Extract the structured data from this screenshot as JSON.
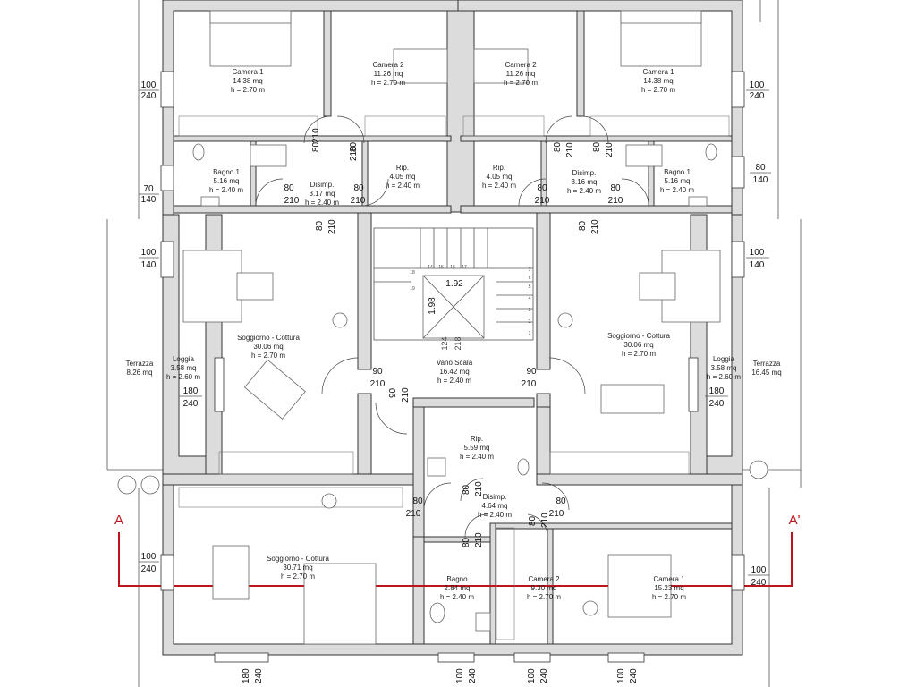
{
  "rooms": {
    "camera1_left": {
      "name": "Camera 1",
      "area": "14.38 mq",
      "height": "h = 2.70 m"
    },
    "camera2_left": {
      "name": "Camera 2",
      "area": "11.26 mq",
      "height": "h = 2.70 m"
    },
    "camera2_right": {
      "name": "Camera 2",
      "area": "11.26 mq",
      "height": "h = 2.70 m"
    },
    "camera1_right": {
      "name": "Camera 1",
      "area": "14.38 mq",
      "height": "h = 2.70 m"
    },
    "bagno1_left": {
      "name": "Bagno 1",
      "area": "5.16 mq",
      "height": "h = 2.40 m"
    },
    "disimp_left": {
      "name": "Disimp.",
      "area": "3.17 mq",
      "height": "h = 2.40 m"
    },
    "rip_left": {
      "name": "Rip.",
      "area": "4.05 mq",
      "height": "h = 2.40 m"
    },
    "rip_right": {
      "name": "Rip.",
      "area": "4.05 mq",
      "height": "h = 2.40 m"
    },
    "disimp_right": {
      "name": "Disimp.",
      "area": "3.16 mq",
      "height": "h = 2.40 m"
    },
    "bagno1_right": {
      "name": "Bagno 1",
      "area": "5.16 mq",
      "height": "h = 2.40 m"
    },
    "soggiorno_left": {
      "name": "Soggiorno - Cottura",
      "area": "30.06 mq",
      "height": "h = 2.70 m"
    },
    "soggiorno_right": {
      "name": "Soggiorno - Cottura",
      "area": "30.06 mq",
      "height": "h = 2.70 m"
    },
    "vano_scala": {
      "name": "Vano Scala",
      "area": "16.42 mq",
      "height": "h = 2.40 m"
    },
    "terrazza_left": {
      "name": "Terrazza",
      "area": "8.26 mq",
      "height": ""
    },
    "terrazza_right": {
      "name": "Terrazza",
      "area": "16.45 mq",
      "height": ""
    },
    "loggia_left": {
      "name": "Loggia",
      "area": "3.58 mq",
      "height": "h = 2.60 m"
    },
    "loggia_right": {
      "name": "Loggia",
      "area": "3.58 mq",
      "height": "h = 2.60 m"
    },
    "rip_center": {
      "name": "Rip.",
      "area": "5.59 mq",
      "height": "h = 2.40 m"
    },
    "disimp_center": {
      "name": "Disimp.",
      "area": "4.64 mq",
      "height": "h = 2.40 m"
    },
    "soggiorno_bottom": {
      "name": "Soggiorno - Cottura",
      "area": "30.71 mq",
      "height": "h = 2.70 m"
    },
    "bagno_bottom": {
      "name": "Bagno",
      "area": "2.84 mq",
      "height": "h = 2.40 m"
    },
    "camera2_bottom": {
      "name": "Camera 2",
      "area": "9.30 mq",
      "height": "h = 2.70 m"
    },
    "camera1_bottom": {
      "name": "Camera 1",
      "area": "15.23 mq",
      "height": "h = 2.70 m"
    }
  },
  "openings": {
    "w_tl_a": "100",
    "w_tl_b": "240",
    "w_tr_a": "100",
    "w_tr_b": "240",
    "w_l2_a": "70",
    "w_l2_b": "140",
    "w_r2_a": "80",
    "w_r2_b": "140",
    "w_l3_a": "100",
    "w_l3_b": "140",
    "w_r3_a": "100",
    "w_r3_b": "140",
    "w_l4_a": "180",
    "w_l4_b": "240",
    "w_r4_a": "180",
    "w_r4_b": "240",
    "w_l5_a": "100",
    "w_l5_b": "240",
    "w_r5_a": "100",
    "w_r5_b": "240",
    "w_bl_a": "180",
    "w_bl_b": "240",
    "w_bm_a": "100",
    "w_bm_b": "240",
    "w_bm2_a": "100",
    "w_bm2_b": "240",
    "w_bm3_a": "100",
    "w_bm3_b": "240",
    "d_a1": "80",
    "d_a2": "210",
    "d_b1": "80",
    "d_b2": "210",
    "d_c1": "80",
    "d_c2": "210",
    "d_d1": "80",
    "d_d2": "210",
    "d_e1": "80",
    "d_e2": "210",
    "d_f1": "80",
    "d_f2": "210",
    "d_g1": "80",
    "d_g2": "210",
    "d_h1": "80",
    "d_h2": "210",
    "d_i1": "80",
    "d_i2": "210",
    "d_j1": "80",
    "d_j2": "210",
    "d_k1": "90",
    "d_k2": "210",
    "d_l1": "90",
    "d_l2": "210",
    "d_m1": "90",
    "d_m2": "210",
    "d_n1": "80",
    "d_n2": "210",
    "d_o1": "80",
    "d_o2": "210",
    "d_p1": "80",
    "d_p2": "210",
    "d_q1": "80",
    "d_q2": "210",
    "d_r1": "80",
    "d_r2": "210"
  },
  "stair": {
    "width": "1.92",
    "depth": "1.98",
    "dim_a": "124",
    "dim_b": "218",
    "steps": [
      "14",
      "15",
      "16",
      "17",
      "18",
      "19",
      "1",
      "2",
      "3",
      "4",
      "5",
      "6",
      "7"
    ]
  },
  "section": {
    "start": "A",
    "end": "A'",
    "color": "#c0141c"
  }
}
